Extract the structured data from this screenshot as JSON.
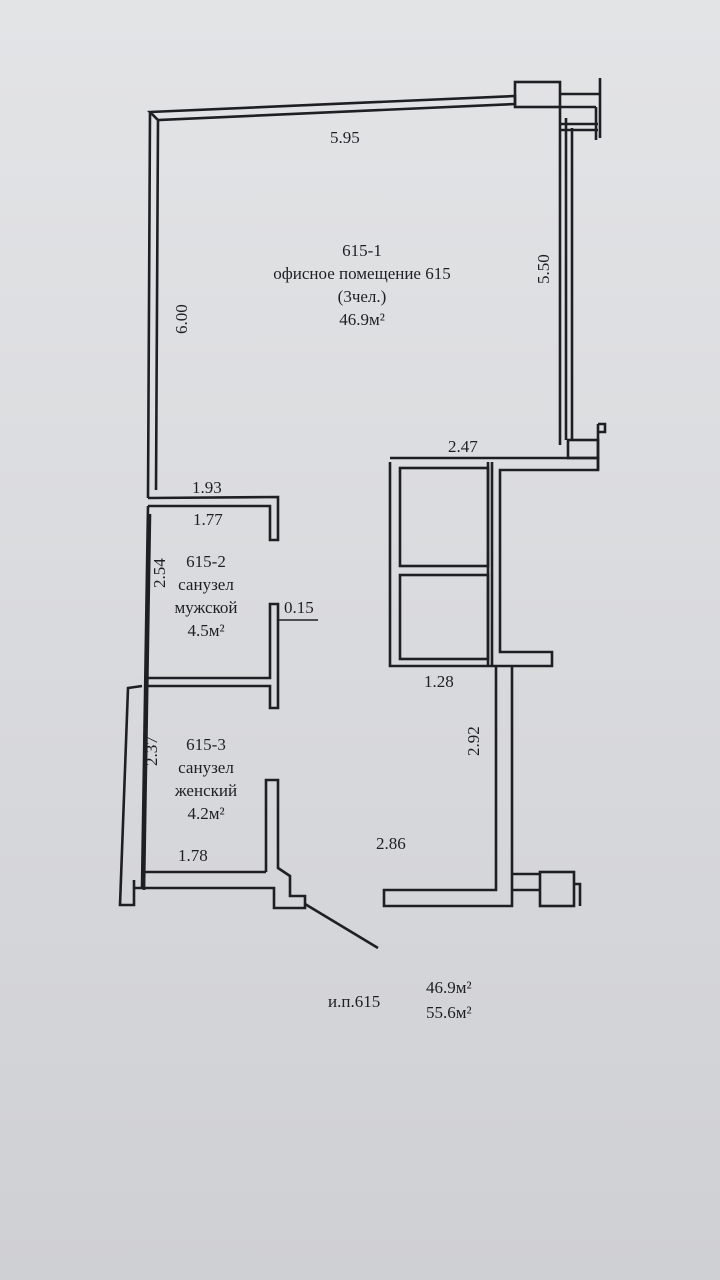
{
  "rooms": {
    "office": {
      "id": "615-1",
      "name": "офисное помещение 615",
      "occupancy": "(3чел.)",
      "area": "46.9м²"
    },
    "wc_male": {
      "id": "615-2",
      "name_line1": "санузел",
      "name_line2": "мужской",
      "area": "4.5м²"
    },
    "wc_female": {
      "id": "615-3",
      "name_line1": "санузел",
      "name_line2": "женский",
      "area": "4.2м²"
    }
  },
  "dimensions": {
    "office_width": "5.95",
    "office_left_height": "6.00",
    "office_right_height": "5.50",
    "office_bottom_right": "2.47",
    "partition_top": "1.93",
    "wc_male_width": "1.77",
    "wc_male_height": "2.54",
    "wall_gap": "0.15",
    "wc_female_height": "2.37",
    "wc_female_width": "1.78",
    "niche_width": "1.28",
    "corridor_height": "2.92",
    "corridor_width": "2.86"
  },
  "summary": {
    "label": "и.п.615",
    "area_main": "46.9м²",
    "area_total": "55.6м²"
  }
}
